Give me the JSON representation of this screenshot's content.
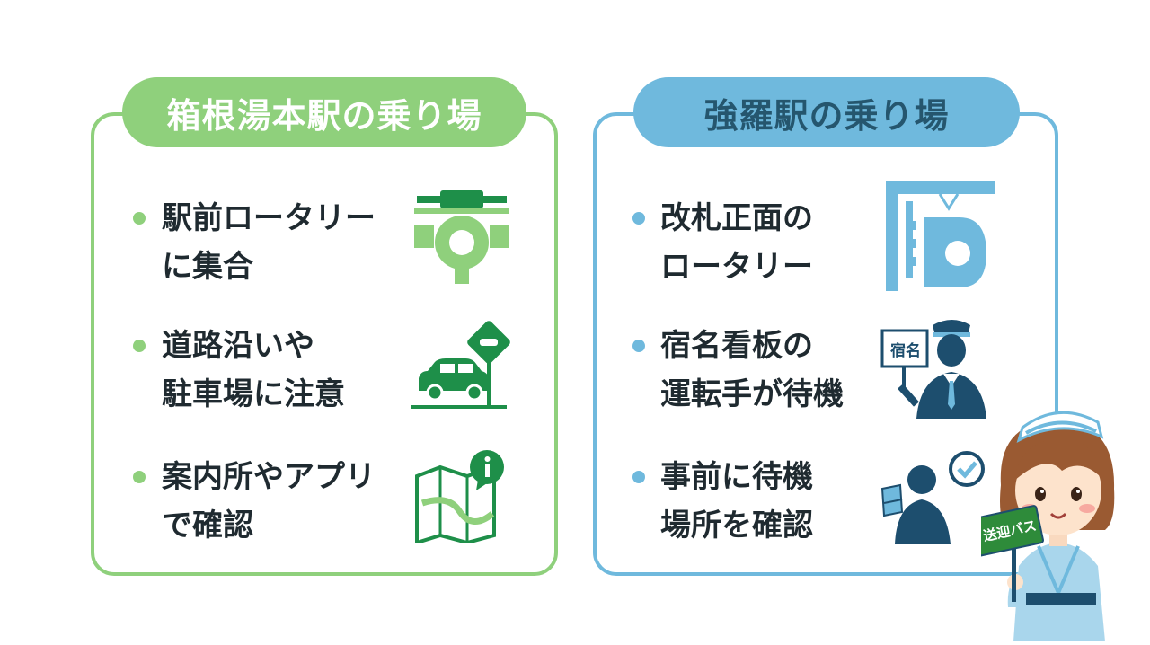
{
  "left_panel": {
    "title": "箱根湯本駅の乗り場",
    "accent": "#8fd07c",
    "icon_color": "#1e8f49",
    "items": [
      {
        "line1": "駅前ロータリー",
        "line2": "に集合",
        "icon": "roundabout-icon"
      },
      {
        "line1": "道路沿いや",
        "line2": "駐車場に注意",
        "icon": "car-parking-sign-icon"
      },
      {
        "line1": "案内所やアプリ",
        "line2": "で確認",
        "icon": "map-info-icon"
      }
    ]
  },
  "right_panel": {
    "title": "強羅駅の乗り場",
    "accent": "#6fb9dd",
    "icon_color": "#1d4e6e",
    "items": [
      {
        "line1": "改札正面の",
        "line2": "ロータリー",
        "icon": "station-layout-icon"
      },
      {
        "line1": "宿名看板の",
        "line2": "運転手が待機",
        "icon": "driver-with-sign-icon"
      },
      {
        "line1": "事前に待機",
        "line2": "場所を確認",
        "icon": "person-checking-icon"
      }
    ]
  },
  "driver_sign_text": "宿名",
  "mascot": {
    "sign_text": "送迎バス",
    "sign_color": "#2e8b3a"
  }
}
